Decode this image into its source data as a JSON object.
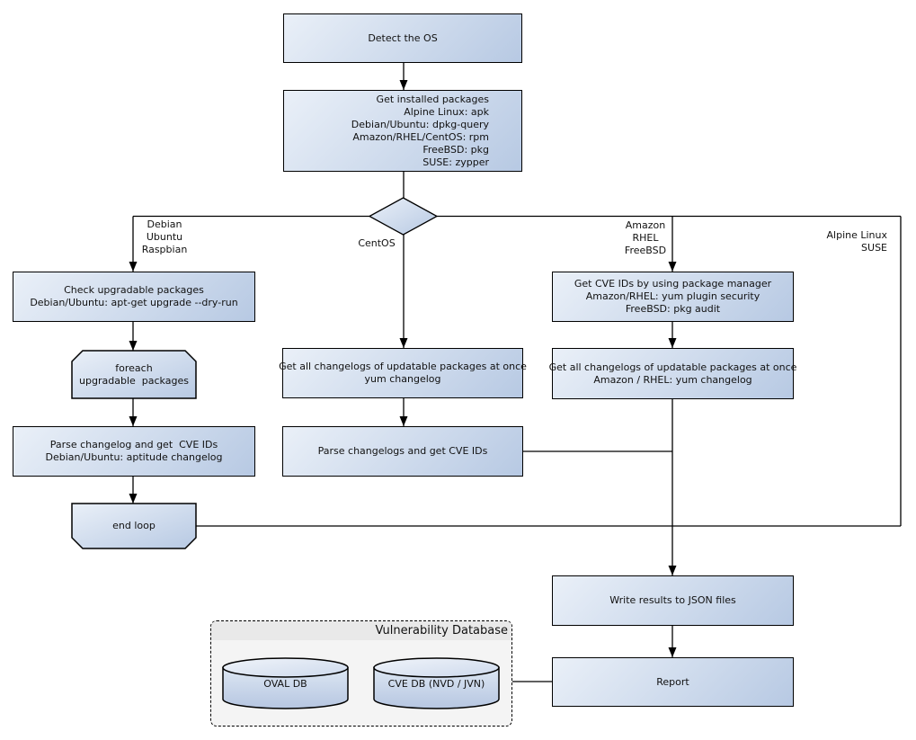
{
  "diagram": {
    "nodes": {
      "detect_os": "Detect the OS",
      "get_installed": "Get installed packages\nAlpine Linux: apk\nDebian/Ubuntu: dpkg-query\nAmazon/RHEL/CentOS: rpm\nFreeBSD: pkg\nSUSE: zypper",
      "check_upgradable": "Check upgradable packages\nDebian/Ubuntu: apt-get upgrade --dry-run",
      "foreach_loop": "foreach\nupgradable  packages",
      "parse_changelog_deb": "Parse changelog and get  CVE IDs\nDebian/Ubuntu: aptitude changelog",
      "end_loop": "end loop",
      "get_changelogs_yum": "Get all changelogs of updatable packages at once\nyum changelog",
      "parse_changelogs_yum": "Parse changelogs and get CVE IDs",
      "get_cve_ids_pkg": "Get CVE IDs by using package manager\nAmazon/RHEL: yum plugin security\nFreeBSD: pkg audit",
      "get_changelogs_amazon": "Get all changelogs of updatable packages at once\nAmazon / RHEL: yum changelog",
      "write_results": "Write results to JSON files",
      "report": "Report"
    },
    "branch_labels": {
      "left": "Debian\nUbuntu\nRaspbian",
      "center": "CentOS",
      "right": "Amazon\nRHEL\nFreeBSD",
      "far_right": "Alpine Linux\nSUSE"
    },
    "database": {
      "title": "Vulnerability Database",
      "oval_db": "OVAL DB",
      "cve_db": "CVE DB (NVD / JVN)"
    }
  },
  "colors": {
    "node_fill_light": "#eaf0f8",
    "node_fill_dark": "#b7c9e3",
    "border": "#000000",
    "line": "#000000",
    "container_bg": "#f4f4f4",
    "container_header": "#e9e9e9",
    "background": "#ffffff",
    "text": "#111111"
  }
}
